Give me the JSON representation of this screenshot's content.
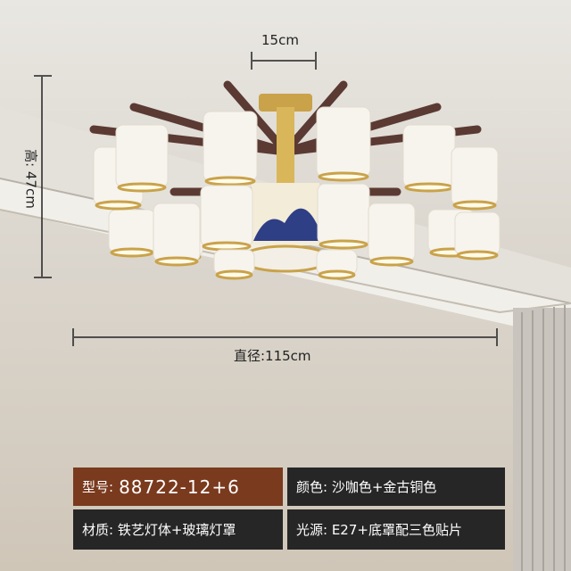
{
  "dimensions": {
    "top_width": "15cm",
    "height": "高: 47cm",
    "diameter": "直径:115cm"
  },
  "specs": {
    "model_label": "型号:",
    "model_value": "88722-12+6",
    "color": "颜色: 沙咖色+金古铜色",
    "material": "材质: 铁艺灯体+玻璃灯罩",
    "light_source": "光源: E27+底罩配三色贴片"
  },
  "colors": {
    "model_box": "#7a3a1e",
    "spec_box": "#262626",
    "gold": "#c9a24a"
  }
}
